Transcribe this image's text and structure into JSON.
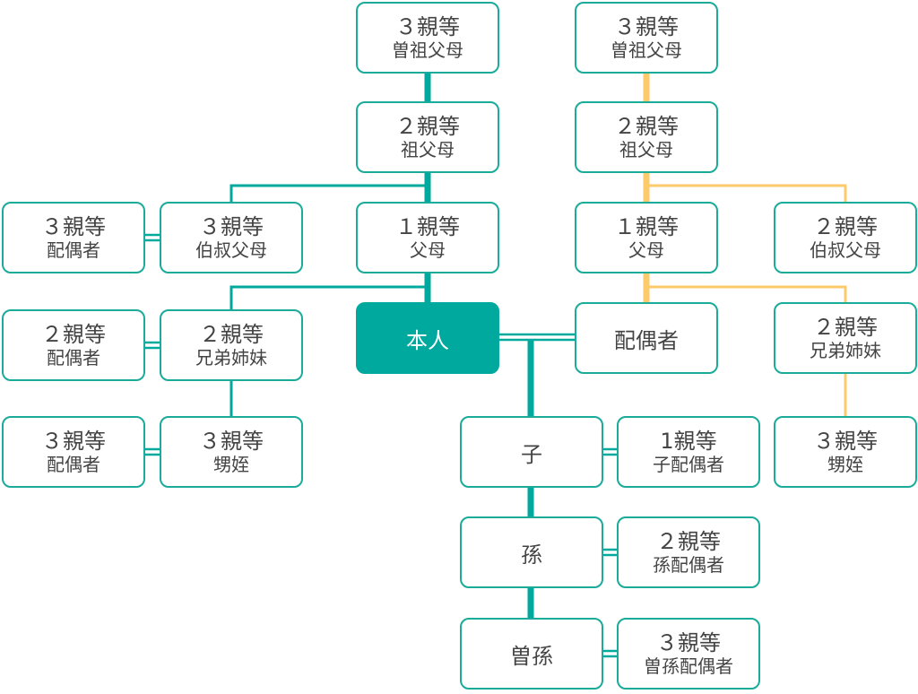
{
  "colors": {
    "teal": "#00a99d",
    "orange": "#fcc96b"
  },
  "self": {
    "label": "本人"
  },
  "own_side": {
    "great_grandparents": {
      "degree": "３親等",
      "relation": "曽祖父母"
    },
    "grandparents": {
      "degree": "２親等",
      "relation": "祖父母"
    },
    "parents": {
      "degree": "１親等",
      "relation": "父母"
    },
    "uncles_aunts": {
      "degree": "３親等",
      "relation": "伯叔父母"
    },
    "uncles_aunts_spouse": {
      "degree": "３親等",
      "relation": "配偶者"
    },
    "siblings": {
      "degree": "２親等",
      "relation": "兄弟姉妹"
    },
    "siblings_spouse": {
      "degree": "２親等",
      "relation": "配偶者"
    },
    "nephews_nieces": {
      "degree": "３親等",
      "relation": "甥姪"
    },
    "nephews_nieces_spouse": {
      "degree": "３親等",
      "relation": "配偶者"
    }
  },
  "spouse_side": {
    "spouse": {
      "label": "配偶者"
    },
    "great_grandparents": {
      "degree": "３親等",
      "relation": "曽祖父母"
    },
    "grandparents": {
      "degree": "２親等",
      "relation": "祖父母"
    },
    "parents": {
      "degree": "１親等",
      "relation": "父母"
    },
    "uncles_aunts": {
      "degree": "２親等",
      "relation": "伯叔父母"
    },
    "siblings": {
      "degree": "２親等",
      "relation": "兄弟姉妹"
    },
    "nephews_nieces": {
      "degree": "３親等",
      "relation": "甥姪"
    }
  },
  "descendants": {
    "child": {
      "label": "子"
    },
    "child_spouse": {
      "degree": "1親等",
      "relation": "子配偶者"
    },
    "grandchild": {
      "label": "孫"
    },
    "grandchild_spouse": {
      "degree": "２親等",
      "relation": "孫配偶者"
    },
    "great_grandchild": {
      "label": "曽孫"
    },
    "great_grandchild_spouse": {
      "degree": "３親等",
      "relation": "曽孫配偶者"
    }
  }
}
